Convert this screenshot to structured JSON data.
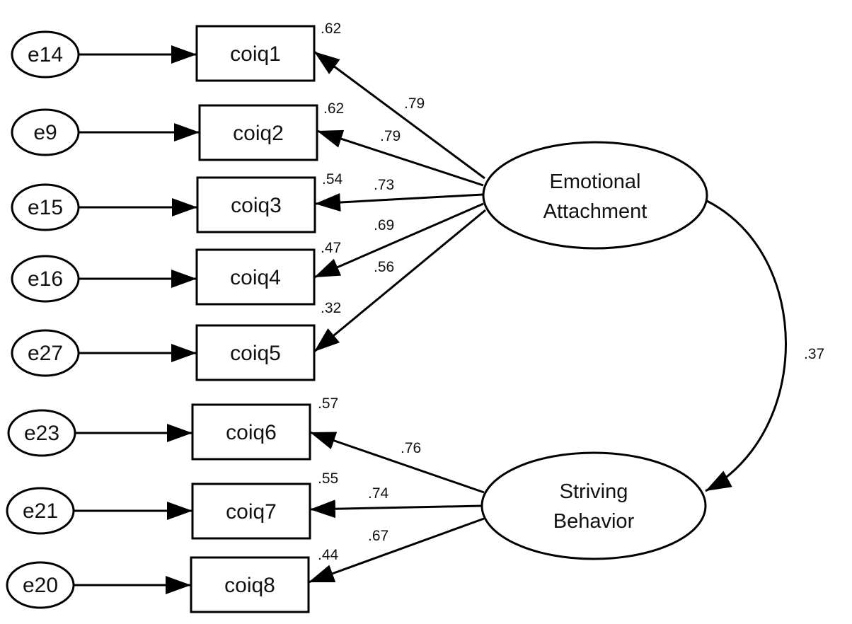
{
  "errors": [
    {
      "id": "e14",
      "label": "e14"
    },
    {
      "id": "e9",
      "label": "e9"
    },
    {
      "id": "e15",
      "label": "e15"
    },
    {
      "id": "e16",
      "label": "e16"
    },
    {
      "id": "e27",
      "label": "e27"
    },
    {
      "id": "e23",
      "label": "e23"
    },
    {
      "id": "e21",
      "label": "e21"
    },
    {
      "id": "e20",
      "label": "e20"
    }
  ],
  "indicators": [
    {
      "id": "coiq1",
      "label": "coiq1",
      "r2": ".62",
      "loading": ".79",
      "factor": "emotional_attachment"
    },
    {
      "id": "coiq2",
      "label": "coiq2",
      "r2": ".62",
      "loading": ".79",
      "factor": "emotional_attachment"
    },
    {
      "id": "coiq3",
      "label": "coiq3",
      "r2": ".54",
      "loading": ".73",
      "factor": "emotional_attachment"
    },
    {
      "id": "coiq4",
      "label": "coiq4",
      "r2": ".47",
      "loading": ".69",
      "factor": "emotional_attachment"
    },
    {
      "id": "coiq5",
      "label": "coiq5",
      "r2": ".32",
      "loading": ".56",
      "factor": "emotional_attachment"
    },
    {
      "id": "coiq6",
      "label": "coiq6",
      "r2": ".57",
      "loading": ".76",
      "factor": "striving_behavior"
    },
    {
      "id": "coiq7",
      "label": "coiq7",
      "r2": ".55",
      "loading": ".74",
      "factor": "striving_behavior"
    },
    {
      "id": "coiq8",
      "label": "coiq8",
      "r2": ".44",
      "loading": ".67",
      "factor": "striving_behavior"
    }
  ],
  "factors": {
    "emotional_attachment": {
      "line1": "Emotional",
      "line2": "Attachment"
    },
    "striving_behavior": {
      "line1": "Striving",
      "line2": "Behavior"
    }
  },
  "correlation": {
    "from": "emotional_attachment",
    "to": "striving_behavior",
    "value": ".37"
  }
}
